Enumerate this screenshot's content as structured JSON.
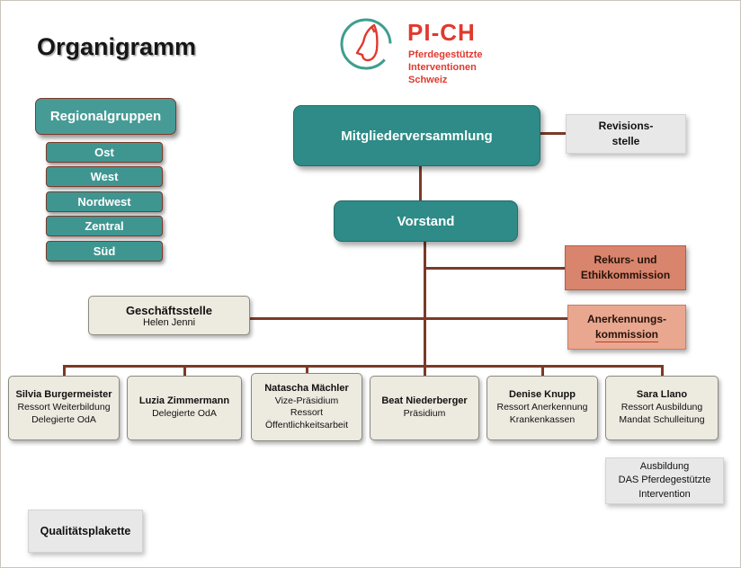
{
  "title": "Organigramm",
  "logo": {
    "brand": "PI-CH",
    "tagline": [
      "Pferdegestützte",
      "Interventionen",
      "Schweiz"
    ]
  },
  "regional": {
    "header": "Regionalgruppen",
    "items": [
      "Ost",
      "West",
      "Nordwest",
      "Zentral",
      "Süd"
    ]
  },
  "boxes": {
    "mitgliederversammlung": "Mitgliederversammlung",
    "revisionsstelle": [
      "Revisions-",
      "stelle"
    ],
    "vorstand": "Vorstand",
    "rekurs": [
      "Rekurs- und",
      "Ethikkommission"
    ],
    "anerkennung": [
      "Anerkennungs-",
      "kommission"
    ],
    "geschaeftsstelle": {
      "title": "Geschäftsstelle",
      "person": "Helen Jenni"
    },
    "ausbildung": [
      "Ausbildung",
      "DAS Pferdegestützte",
      "Intervention"
    ],
    "qualitaetsplakette": "Qualitätsplakette"
  },
  "members": [
    {
      "name": "Silvia Burgermeister",
      "roles": [
        "Ressort Weiterbildung",
        "Delegierte OdA"
      ]
    },
    {
      "name": "Luzia Zimmermann",
      "roles": [
        "Delegierte OdA"
      ]
    },
    {
      "name": "Natascha Mächler",
      "roles": [
        "Vize-Präsidium",
        "Ressort",
        "Öffentlichkeitsarbeit"
      ]
    },
    {
      "name": "Beat Niederberger",
      "roles": [
        "Präsidium"
      ]
    },
    {
      "name": "Denise Knupp",
      "roles": [
        "Ressort Anerkennung",
        "Krankenkassen"
      ]
    },
    {
      "name": "Sara Llano",
      "roles": [
        "Ressort Ausbildung",
        "Mandat Schulleitung"
      ]
    }
  ],
  "colors": {
    "teal": "#2E8B87",
    "teal_light": "#479B96",
    "salmon": "#D9846C",
    "salmon_light": "#E9A78F",
    "beige": "#EDEAE0",
    "gray": "#E8E8E8",
    "connector": "#7B3A28",
    "brand_red": "#E0392E"
  }
}
